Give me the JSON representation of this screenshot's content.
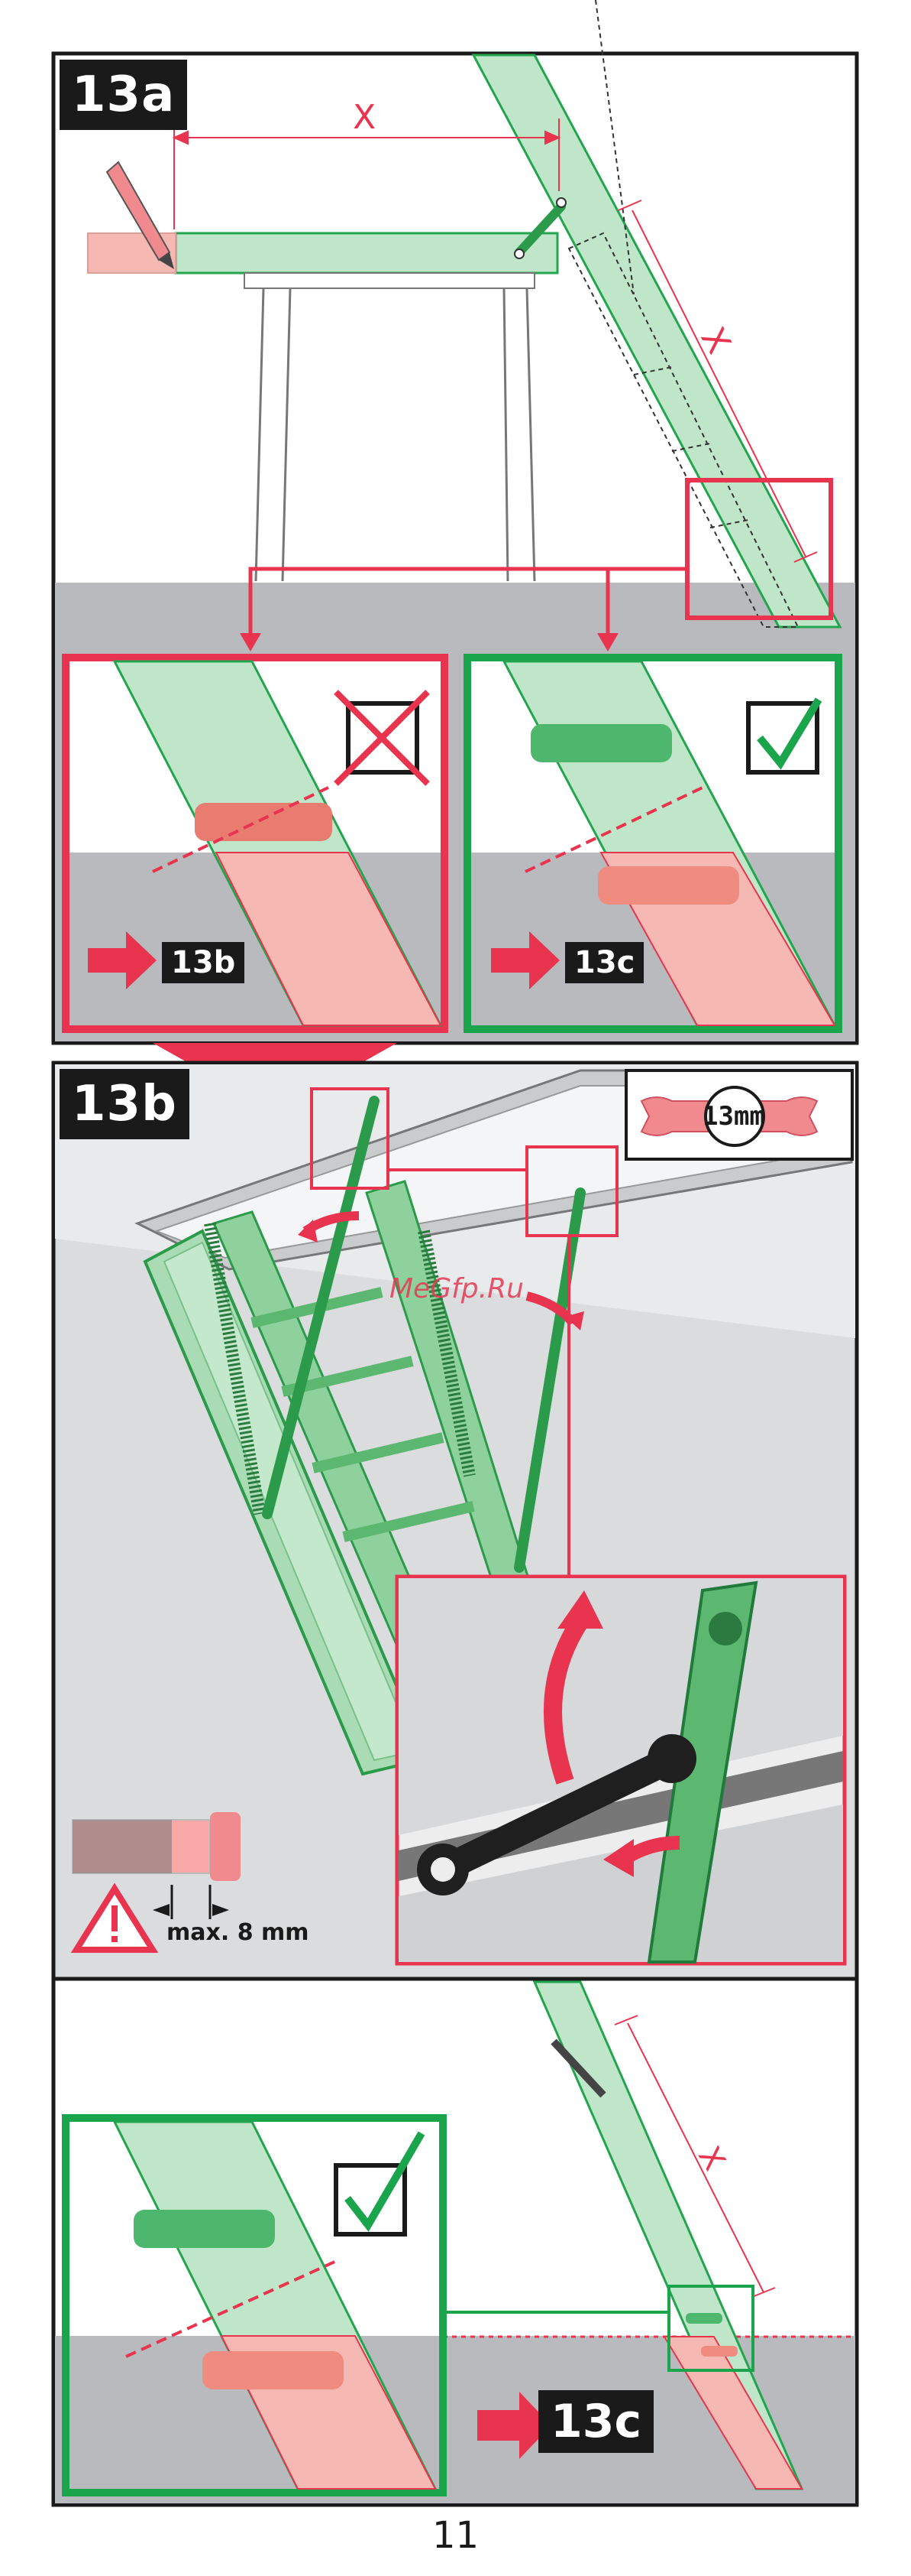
{
  "steps": {
    "a": {
      "label": "13a",
      "dimension": "X"
    },
    "b": {
      "label": "13b",
      "wrench_size": "13mm",
      "max_note": "max. 8 mm",
      "watermark": "MeGfp.Ru"
    },
    "c": {
      "dimension": "X"
    }
  },
  "outcomes": {
    "wrong": {
      "goto": "13b",
      "mark": "cross"
    },
    "correct": {
      "goto": "13c",
      "mark": "check"
    },
    "final": {
      "goto": "13c",
      "mark": "check"
    }
  },
  "page_number": "11",
  "colors": {
    "green_fill": "#b9e3c2",
    "green_stroke": "#19a34a",
    "red_fill": "#f7b7b4",
    "red_accent": "#e8344e",
    "grey_floor": "#b8babd",
    "dark": "#1a1a1a"
  }
}
